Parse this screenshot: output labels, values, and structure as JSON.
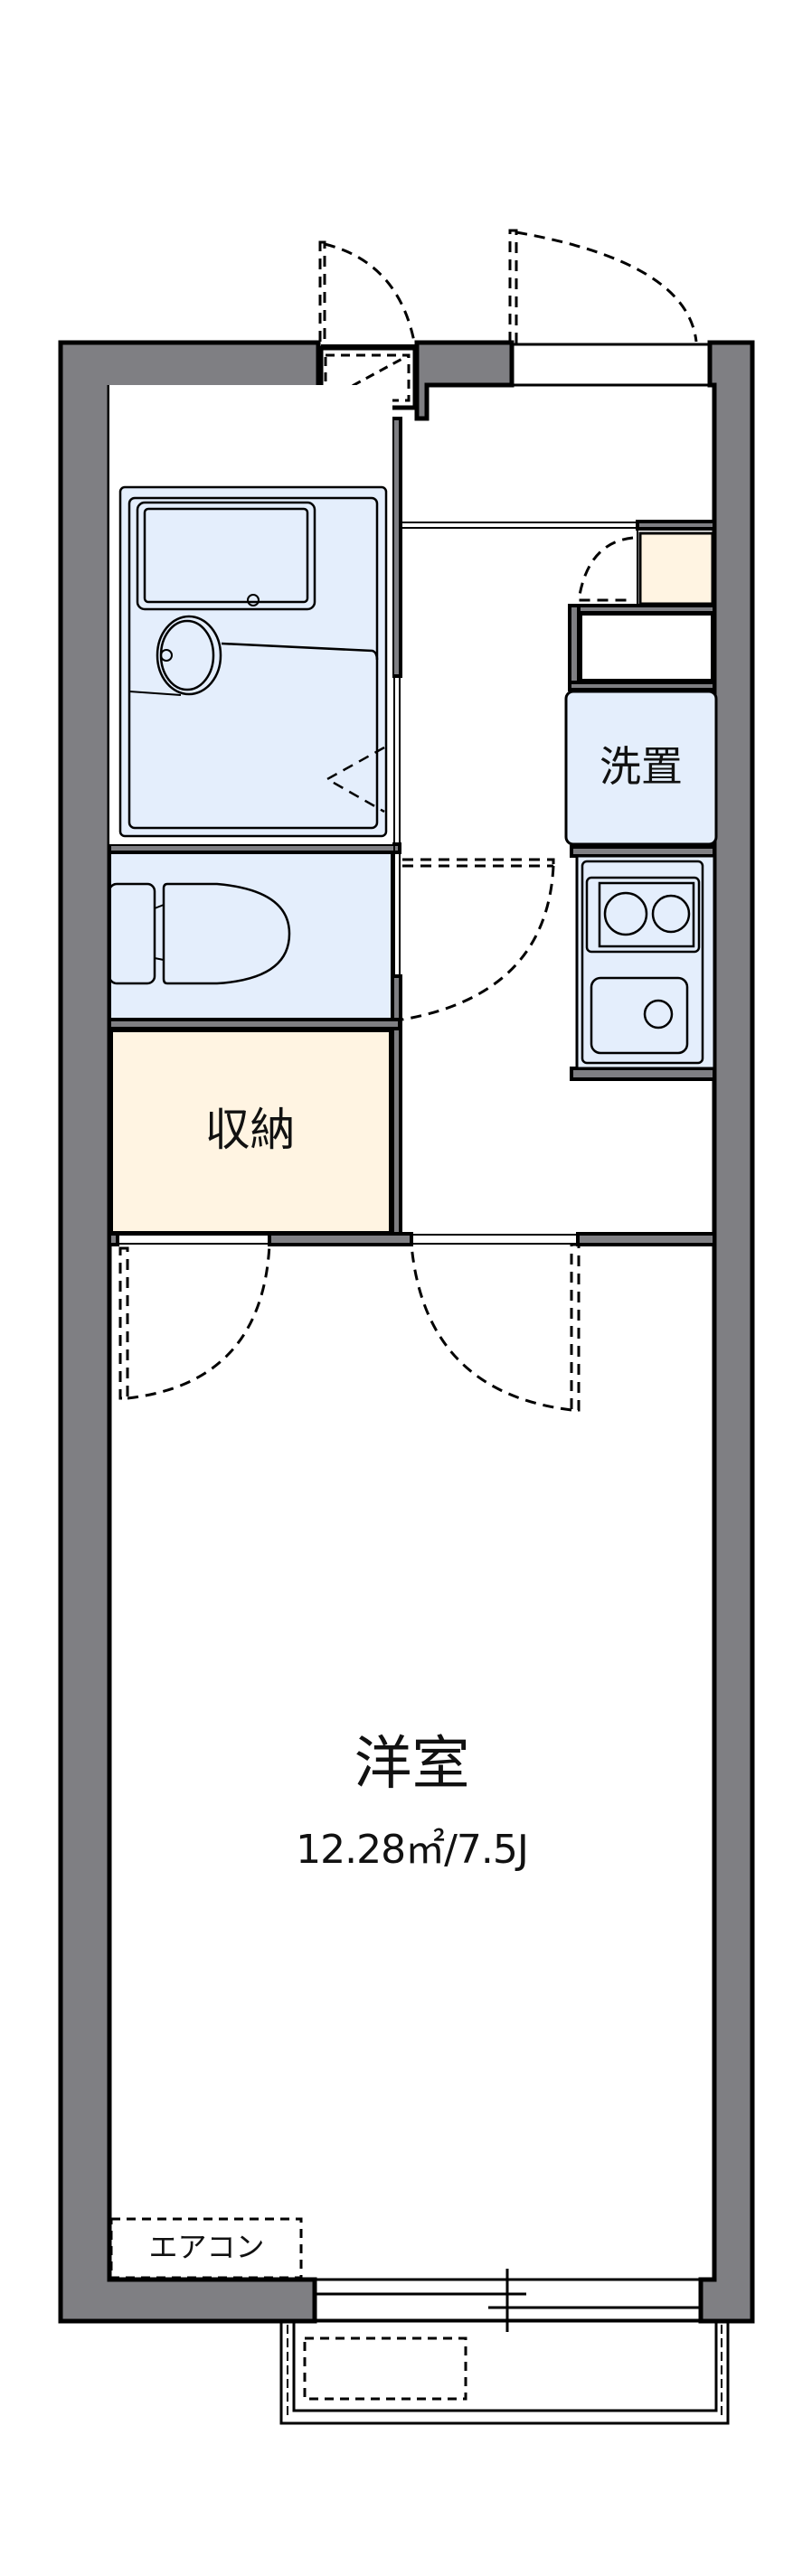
{
  "floorplan": {
    "rooms": {
      "western_room": {
        "label": "洋室",
        "area_text": "12.28㎡/7.5J",
        "area_sqm": 12.28,
        "size_jo": 7.5
      },
      "storage": {
        "label": "収納"
      },
      "washer_space": {
        "label": "洗置"
      },
      "air_conditioner": {
        "label": "エアコン"
      }
    },
    "colors": {
      "wall": "#7f7f83",
      "wet_area": "#e4eefc",
      "storage": "#fff4e2",
      "line": "#000000",
      "background": "#ffffff"
    }
  }
}
